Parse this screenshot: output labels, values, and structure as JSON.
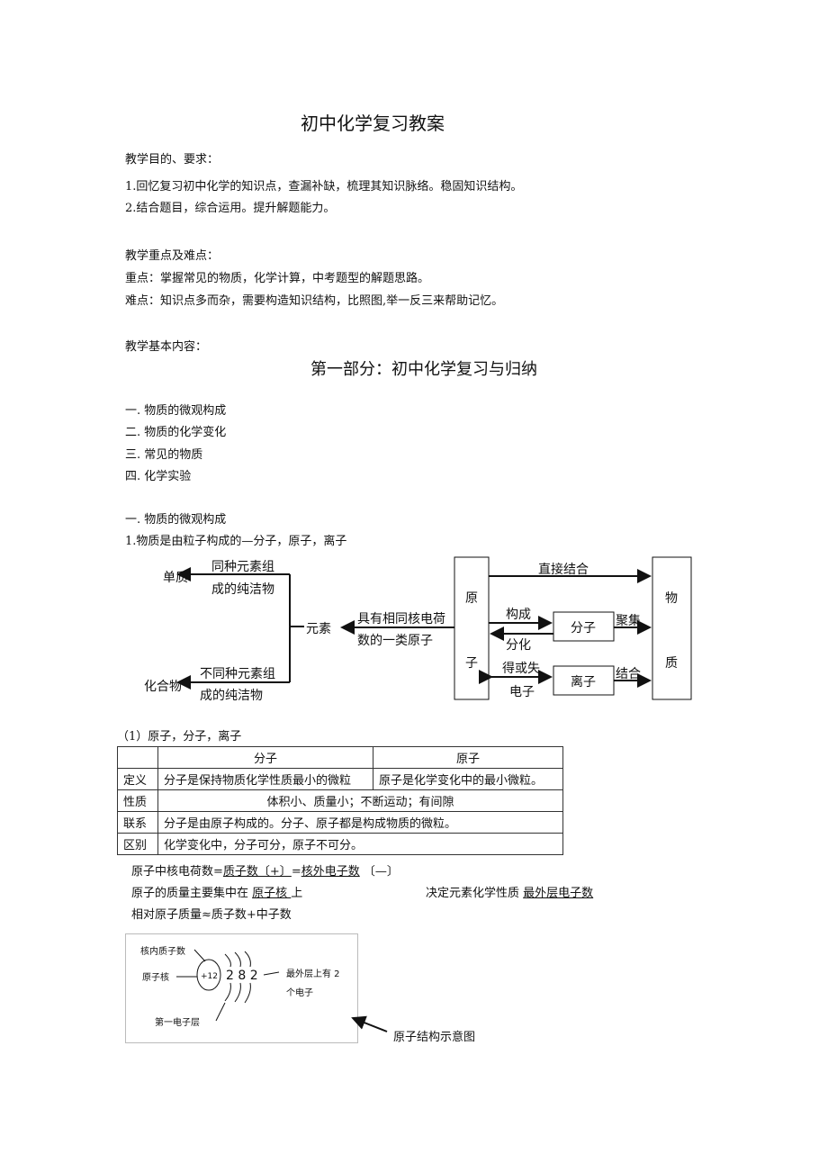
{
  "title": "初中化学复习教案",
  "goals": {
    "heading": "教学目的、要求：",
    "items": [
      "1.回忆复习初中化学的知识点，查漏补缺，梳理其知识脉络。稳固知识结构。",
      "2.结合题目，综合运用。提升解题能力。"
    ]
  },
  "key": {
    "heading": "教学重点及难点：",
    "focus": "重点：掌握常见的物质，化学计算，中考题型的解题思路。",
    "difficulty": "难点：知识点多而杂，需要构造知识结构，比照图,举一反三来帮助记忆。"
  },
  "content": {
    "heading": "教学基本内容：",
    "part_title": "第一部分：初中化学复习与归纳",
    "outline": [
      "一. 物质的微观构成",
      "二. 物质的化学变化",
      "三. 常见的物质",
      "四. 化学实验"
    ]
  },
  "section1": {
    "heading": "一. 物质的微观构成",
    "point1": "1.物质是由粒子构成的—分子，原子，离子"
  },
  "diagram": {
    "simple": "单质",
    "simple_l1": "同种元素组",
    "simple_l2": "成的纯洁物",
    "compound": "化合物",
    "compound_l1": "不同种元素组",
    "compound_l2": "成的纯洁物",
    "element": "元素",
    "elem_l1": "具有相同核电荷",
    "elem_l2": "数的一类原子",
    "atom1": "原",
    "atom2": "子",
    "matter1": "物",
    "matter2": "质",
    "direct": "直接结合",
    "compose": "构成",
    "split": "分化",
    "molecule": "分子",
    "gather": "聚集",
    "gainlose": "得或失",
    "electron": "电子",
    "ion": "离子",
    "combine": "结合"
  },
  "table": {
    "caption": "（1）原子，分子，离子",
    "headers": [
      "",
      "分子",
      "原子"
    ],
    "rows": [
      [
        "定义",
        "分子是保持物质化学性质最小的微粒",
        "原子是化学变化中的最小微粒。"
      ],
      [
        "性质",
        "体积小、质量小；不断运动；有间隙"
      ],
      [
        "联系",
        "分子是由原子构成的。分子、原子都是构成物质的微粒。"
      ],
      [
        "区别",
        "化学变化中，分子可分，原子不可分。"
      ]
    ]
  },
  "facts": {
    "l1a": "原子中核电荷数=",
    "l1b": "质子数〔+〕",
    "l1c": "=",
    "l1d": "核外电子数",
    "l1e": "〔—〕",
    "l2a": "原子的质量主要集中在 ",
    "l2b": "原子核 ",
    "l2c": " 上",
    "l2d": "决定元素化学性质 ",
    "l2e": "最外层电子数",
    "l3": "相对原子质量≈质子数+中子数"
  },
  "atom": {
    "protons_label": "核内质子数",
    "nucleus_label": "原子核",
    "shell_label": "第一电子层",
    "charge": "+12",
    "shells": "2 8 2",
    "outer1": "最外层上有 2",
    "outer2": "个电子",
    "caption": "原子结构示意图"
  }
}
